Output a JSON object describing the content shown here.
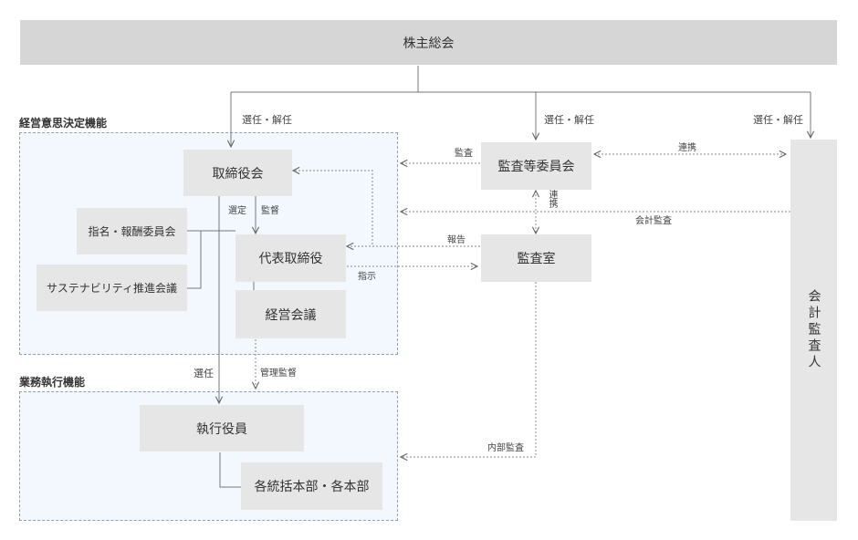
{
  "top": {
    "shareholders": "株主総会"
  },
  "regions": {
    "management_decision": "経営意思決定機能",
    "business_execution": "業務執行機能"
  },
  "boxes": {
    "board": "取締役会",
    "nomination_committee": "指名・報酬委員会",
    "sustainability_committee": "サステナビリティ推進会議",
    "representative_director": "代表取締役",
    "management_meeting": "経営会議",
    "audit_committee": "監査等委員会",
    "audit_office": "監査室",
    "executive_officers": "執行役員",
    "divisions": "各統括本部・各本部",
    "accounting_auditor": "会計監査人"
  },
  "labels": {
    "elect_dismiss_1": "選任・解任",
    "elect_dismiss_2": "選任・解任",
    "elect_dismiss_3": "選任・解任",
    "audit": "監査",
    "cooperation_h": "連携",
    "cooperation_v": "連携",
    "accounting_audit": "会計監査",
    "report": "報告",
    "instruction": "指示",
    "select": "選定",
    "supervise": "監督",
    "appoint": "選任",
    "management_supervision": "管理監督",
    "internal_audit": "内部監査"
  }
}
